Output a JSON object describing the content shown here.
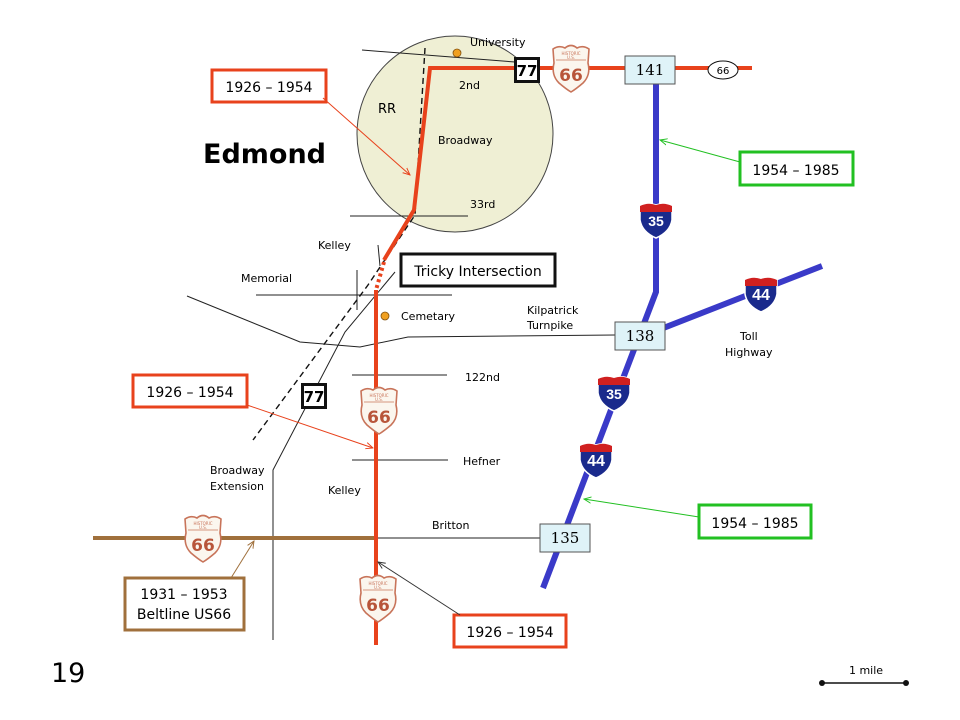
{
  "map": {
    "city": "Edmond",
    "slide_number": "19",
    "scale_label": "1 mile",
    "colors": {
      "route66_1926": "#e8421c",
      "route66_beltline": "#a0703c",
      "interstate": "#3a3ac8",
      "new_alignment_box": "#22c022",
      "town_circle_fill": "#efefd4"
    },
    "streets": {
      "university": "University",
      "second": "2nd",
      "rr": "RR",
      "broadway": "Broadway",
      "thirty_third": "33rd",
      "kelley_north": "Kelley",
      "memorial": "Memorial",
      "cemetary": "Cemetary",
      "kilpatrick_line1": "Kilpatrick",
      "kilpatrick_line2": "Turnpike",
      "toll_line1": "Toll",
      "toll_line2": "Highway",
      "one_twenty_second": "122nd",
      "hefner": "Hefner",
      "broadway_ext_line1": "Broadway",
      "broadway_ext_line2": "Extension",
      "kelley_south": "Kelley",
      "britton": "Britton"
    },
    "callouts": {
      "top_left": "1926 – 1954",
      "mid_left": "1926 – 1954",
      "bottom": "1926 – 1954",
      "i35_top": "1954 – 1985",
      "i35_bottom": "1954 – 1985",
      "beltline_line1": "1931 – 1953",
      "beltline_line2": "Beltline US66",
      "tricky": "Tricky Intersection"
    },
    "exits": {
      "exit_141": "141",
      "exit_138": "138",
      "exit_135": "135"
    },
    "shields": {
      "us77": "77",
      "oval66": "66",
      "i35": "35",
      "i44": "44",
      "route66_number": "66",
      "route66_top": "HISTORIC",
      "route66_mid": "U.S."
    }
  }
}
